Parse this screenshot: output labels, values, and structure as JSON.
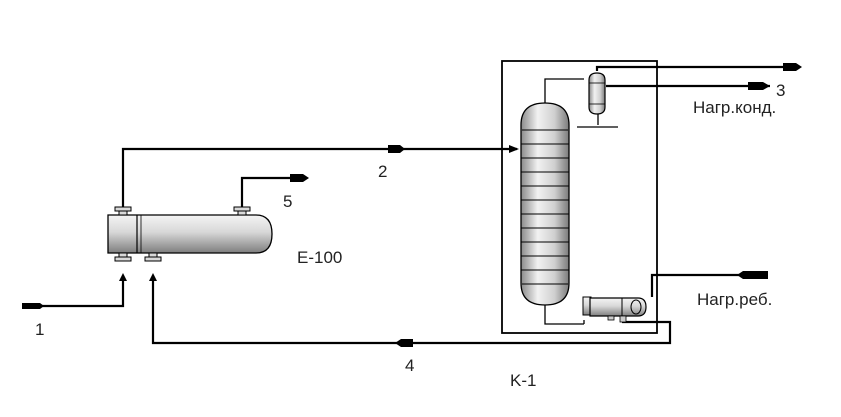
{
  "labels": {
    "stream_1": "1",
    "stream_2": "2",
    "stream_3": "3",
    "stream_4": "4",
    "stream_5": "5",
    "exchanger": "E-100",
    "column": "K-1",
    "condenser_heat": "Нагр.конд.",
    "reboiler_heat": "Нагр.реб."
  },
  "colors": {
    "line": "#000000",
    "equipment_light": "#f2f2f2",
    "equipment_mid": "#c8c8c8",
    "equipment_dark": "#7a7a7a",
    "text": "#222222"
  }
}
